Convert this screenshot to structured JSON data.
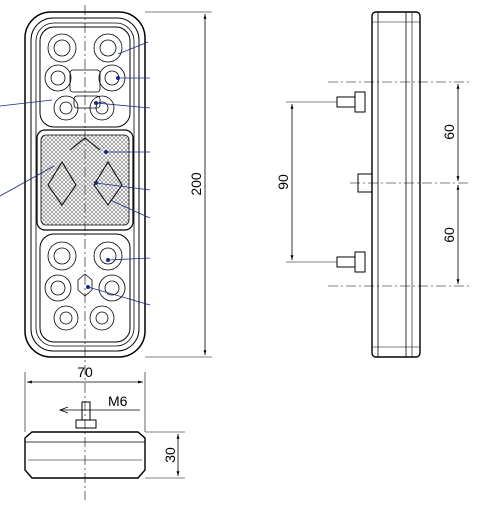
{
  "dimensions": {
    "height": "200",
    "width": "70",
    "depth": "30",
    "thread": "M6",
    "bolt_spacing": "90",
    "offset_upper": "60",
    "offset_lower": "60"
  },
  "colors": {
    "line": "#000000",
    "leader": "#1a2a8a",
    "hatch": "#555555"
  }
}
